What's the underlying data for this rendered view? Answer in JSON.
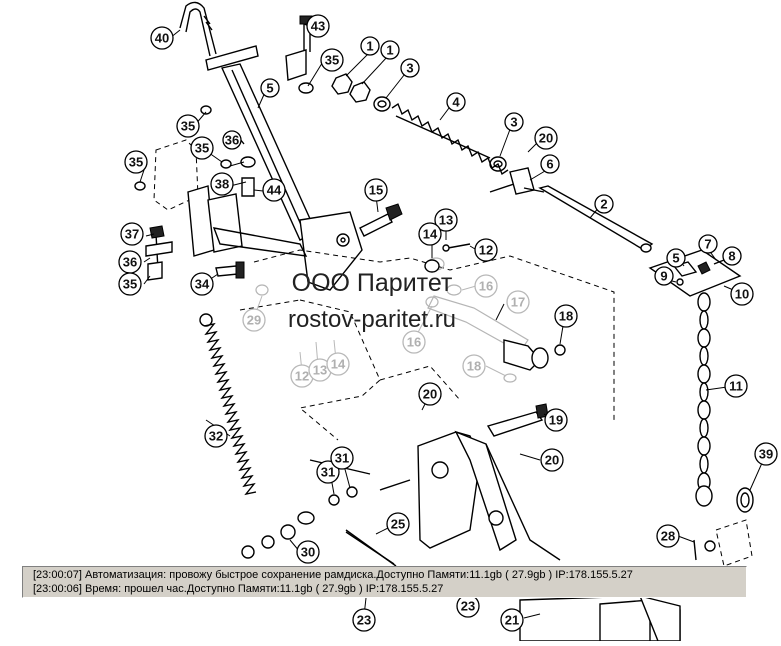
{
  "watermark": {
    "company": "ООО Паритет",
    "site": "rostov-paritet.ru"
  },
  "callouts": [
    {
      "id": "40",
      "label": "40"
    },
    {
      "id": "43",
      "label": "43"
    },
    {
      "id": "35a",
      "label": "35"
    },
    {
      "id": "1a",
      "label": "1"
    },
    {
      "id": "1b",
      "label": "1"
    },
    {
      "id": "3a",
      "label": "3"
    },
    {
      "id": "5a",
      "label": "5"
    },
    {
      "id": "4",
      "label": "4"
    },
    {
      "id": "35b",
      "label": "35"
    },
    {
      "id": "35c",
      "label": "35"
    },
    {
      "id": "36a",
      "label": "36"
    },
    {
      "id": "3b",
      "label": "3"
    },
    {
      "id": "20a",
      "label": "20"
    },
    {
      "id": "35d",
      "label": "35"
    },
    {
      "id": "38",
      "label": "38"
    },
    {
      "id": "44",
      "label": "44"
    },
    {
      "id": "6",
      "label": "6"
    },
    {
      "id": "15",
      "label": "15"
    },
    {
      "id": "2",
      "label": "2"
    },
    {
      "id": "37",
      "label": "37"
    },
    {
      "id": "36b",
      "label": "36"
    },
    {
      "id": "35e",
      "label": "35"
    },
    {
      "id": "13a",
      "label": "13"
    },
    {
      "id": "14a",
      "label": "14"
    },
    {
      "id": "12a",
      "label": "12"
    },
    {
      "id": "7",
      "label": "7"
    },
    {
      "id": "5b",
      "label": "5"
    },
    {
      "id": "8",
      "label": "8"
    },
    {
      "id": "9",
      "label": "9"
    },
    {
      "id": "10",
      "label": "10"
    },
    {
      "id": "34",
      "label": "34"
    },
    {
      "id": "16a",
      "label": "16"
    },
    {
      "id": "29",
      "label": "29"
    },
    {
      "id": "17",
      "label": "17"
    },
    {
      "id": "18a",
      "label": "18"
    },
    {
      "id": "16b",
      "label": "16"
    },
    {
      "id": "12b",
      "label": "12"
    },
    {
      "id": "13b",
      "label": "13"
    },
    {
      "id": "14b",
      "label": "14"
    },
    {
      "id": "18b",
      "label": "18"
    },
    {
      "id": "11",
      "label": "11"
    },
    {
      "id": "20b",
      "label": "20"
    },
    {
      "id": "19",
      "label": "19"
    },
    {
      "id": "32",
      "label": "32"
    },
    {
      "id": "20c",
      "label": "20"
    },
    {
      "id": "31a",
      "label": "31"
    },
    {
      "id": "31b",
      "label": "31"
    },
    {
      "id": "39",
      "label": "39"
    },
    {
      "id": "25",
      "label": "25"
    },
    {
      "id": "28",
      "label": "28"
    },
    {
      "id": "30",
      "label": "30"
    },
    {
      "id": "23a",
      "label": "23"
    },
    {
      "id": "23b",
      "label": "23"
    },
    {
      "id": "21",
      "label": "21"
    }
  ],
  "log": {
    "line1": "[23:00:07]  Автоматизация: провожу быстрое сохранение рамдиска.Доступно Памяти:11.1gb  ( 27.9gb ) IP:178.155.5.27",
    "line2": "[23:00:06]  Время: прошел час.Доступно Памяти:11.1gb  ( 27.9gb ) IP:178.155.5.27"
  }
}
